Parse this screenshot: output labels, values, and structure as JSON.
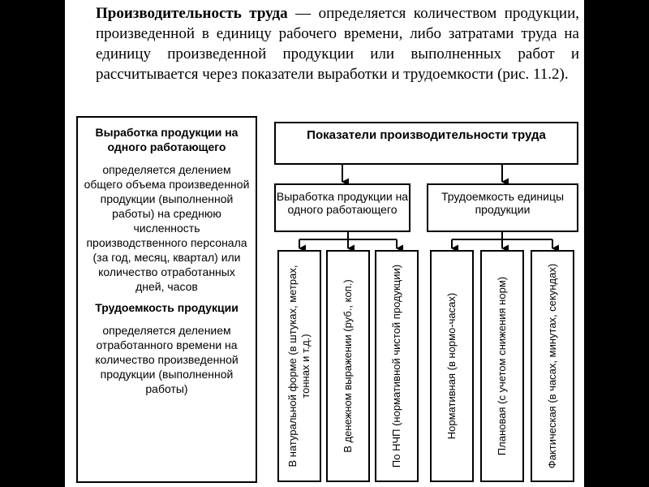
{
  "intro": {
    "term": "Производительность труда",
    "definition": " — определяется количеством продукции, произведенной в единицу рабочего времени, либо затратами труда на единицу произведенной продукции или выполненных работ и рассчитывается через показатели выработки и трудоемкости (рис. 11.2)."
  },
  "left_panel": {
    "heading1": "Выработка продукции на одного работающего",
    "text1": "определяется делением общего объема произведенной продукции (выполненной работы) на среднюю численность производственного персонала (за год, месяц, квартал) или количество отработанных дней, часов",
    "heading2": "Трудоемкость продукции",
    "text2": "определяется делением отработанного времени на количество произведенной продукции (выполненной работы)"
  },
  "diagram": {
    "root": "Показатели производительности труда",
    "output": "Выработка продукции на одного работающего",
    "labor": "Трудоемкость единицы продукции",
    "output_items": [
      "В натуральной форме (в штуках, метрах, тоннах и т.д.)",
      "В денежном выражении (руб., коп.)",
      "По НЧП (нормативной чистой продукции)"
    ],
    "labor_items": [
      "Нормативная (в нормо-часах)",
      "Плановая (с учетом снижения норм)",
      "Фактическая (в часах, минутах, секундах)"
    ]
  }
}
